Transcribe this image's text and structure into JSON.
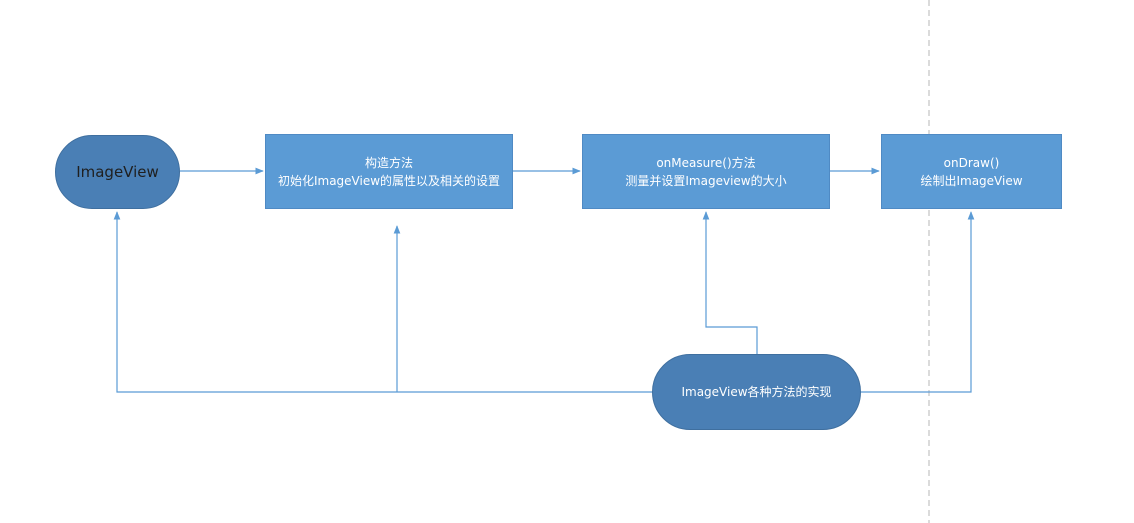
{
  "nodes": {
    "start": {
      "label": "ImageView"
    },
    "constructor": {
      "title": "构造方法",
      "subtitle": "初始化ImageView的属性以及相关的设置"
    },
    "onmeasure": {
      "title": "onMeasure()方法",
      "subtitle": "测量并设置Imageview的大小"
    },
    "ondraw": {
      "title": "onDraw()",
      "subtitle": "绘制出ImageView"
    },
    "methods": {
      "label": "ImageView各种方法的实现"
    }
  },
  "colors": {
    "box_fill": "#5b9bd5",
    "pill_fill": "#4a7fb5",
    "connector": "#5b9bd5",
    "divider": "#b7b7b7"
  }
}
